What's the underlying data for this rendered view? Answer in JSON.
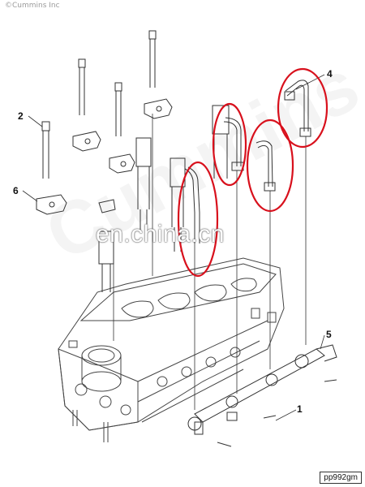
{
  "copyright": "©Cummins Inc",
  "brand_watermark": "Cummins",
  "site_watermark": "en.china.cn",
  "part_code": "pp992gm",
  "callouts": [
    "1",
    "2",
    "4",
    "5",
    "6"
  ],
  "highlight_color": "#d8101c",
  "line_color": "#333333"
}
